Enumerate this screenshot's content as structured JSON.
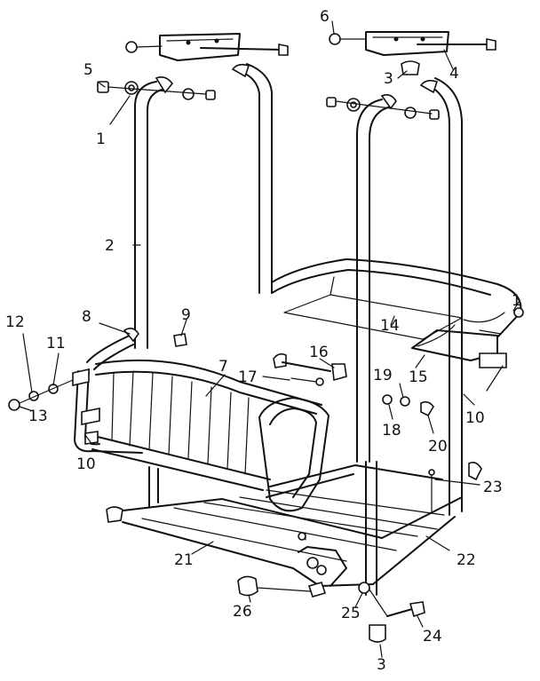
{
  "callouts": {
    "c1a": "1",
    "c1b": "1",
    "c2": "2",
    "c3a": "3",
    "c3b": "3",
    "c4": "4",
    "c5": "5",
    "c6": "6",
    "c7": "7",
    "c8": "8",
    "c9": "9",
    "c10a": "10",
    "c10b": "10",
    "c11": "11",
    "c12": "12",
    "c13": "13",
    "c14": "14",
    "c15": "15",
    "c16": "16",
    "c17": "17",
    "c18": "18",
    "c19": "19",
    "c20": "20",
    "c21": "21",
    "c22": "22",
    "c23": "23",
    "c24": "24",
    "c25": "25",
    "c26": "26"
  }
}
